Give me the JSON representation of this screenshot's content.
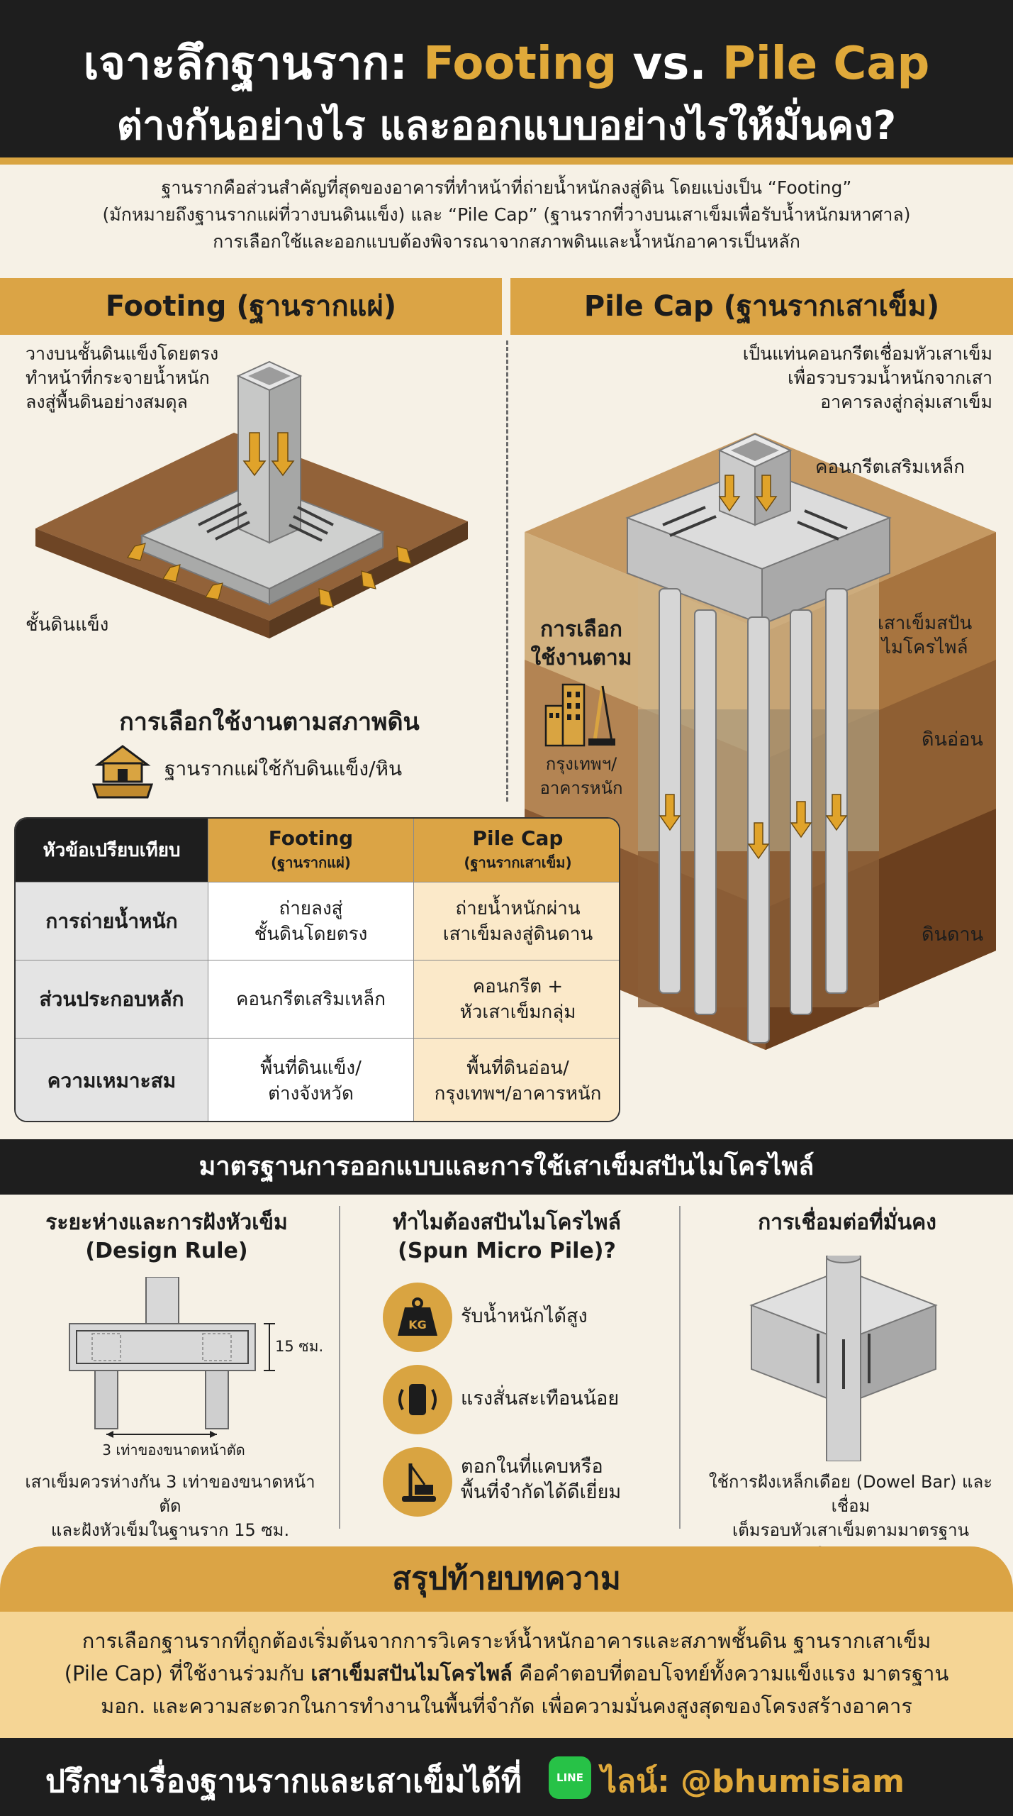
{
  "header": {
    "title_line1_prefix": "เจาะลึกฐานราก: ",
    "title_footing": "Footing",
    "title_vs": " vs. ",
    "title_pilecap": "Pile Cap",
    "title_line2": "ต่างกันอย่างไร และออกแบบอย่างไรให้มั่นคง?"
  },
  "intro": {
    "line1": "ฐานรากคือส่วนสำคัญที่สุดของอาคารที่ทำหน้าที่ถ่ายน้ำหนักลงสู่ดิน โดยแบ่งเป็น “Footing”",
    "line2": "(มักหมายถึงฐานรากแผ่ที่วางบนดินแข็ง) และ “Pile Cap” (ฐานรากที่วางบนเสาเข็มเพื่อรับน้ำหนักมหาศาล)",
    "line3": "การเลือกใช้และออกแบบต้องพิจารณาจากสภาพดินและน้ำหนักอาคารเป็นหลัก"
  },
  "footing": {
    "heading": "Footing (ฐานรากแผ่)",
    "desc1": "วางบนชั้นดินแข็งโดยตรง",
    "desc2": "ทำหน้าที่กระจายน้ำหนัก",
    "desc3": "ลงสู่พื้นดินอย่างสมดุล",
    "hard_soil_label": "ชั้นดินแข็ง",
    "choice_title": "การเลือกใช้งานตามสภาพดิน",
    "choice_text": "ฐานรากแผ่ใช้กับดินแข็ง/หิน"
  },
  "pilecap": {
    "heading": "Pile Cap (ฐานรากเสาเข็ม)",
    "desc1": "เป็นแท่นคอนกรีตเชื่อมหัวเสาเข็ม",
    "desc2": "เพื่อรวบรวมน้ำหนักจากเสา",
    "desc3": "อาคารลงสู่กลุ่มเสาเข็ม",
    "rc_label": "คอนกรีตเสริมเหล็ก",
    "spun_label1": "เสาเข็มสปัน",
    "spun_label2": "ไมโครไพล์",
    "soft_soil_label": "ดินอ่อน",
    "firm_soil_label": "ดินดาน",
    "choice_title1": "การเลือก",
    "choice_title2": "ใช้งานตาม",
    "choice_text1": "กรุงเทพฯ/",
    "choice_text2": "อาคารหนัก"
  },
  "table": {
    "head_topic": "หัวข้อเปรียบเทียบ",
    "head_footing": "Footing",
    "head_footing_sub": "(ฐานรากแผ่)",
    "head_pile": "Pile Cap",
    "head_pile_sub": "(ฐานรากเสาเข็ม)",
    "rows": [
      {
        "topic": "การถ่ายน้ำหนัก",
        "footing1": "ถ่ายลงสู่",
        "footing2": "ชั้นดินโดยตรง",
        "pile1": "ถ่ายน้ำหนักผ่าน",
        "pile2": "เสาเข็มลงสู่ดินดาน"
      },
      {
        "topic": "ส่วนประกอบหลัก",
        "footing1": "คอนกรีตเสริมเหล็ก",
        "footing2": "",
        "pile1": "คอนกรีต +",
        "pile2": "หัวเสาเข็มกลุ่ม"
      },
      {
        "topic": "ความเหมาะสม",
        "footing1": "พื้นที่ดินแข็ง/",
        "footing2": "ต่างจังหวัด",
        "pile1": "พื้นที่ดินอ่อน/",
        "pile2": "กรุงเทพฯ/อาคารหนัก"
      }
    ]
  },
  "standards": {
    "band_title": "มาตรฐานการออกแบบและการใช้เสาเข็มสปันไมโครไพล์",
    "col1_title1": "ระยะห่างและการฝังหัวเข็ม",
    "col1_title2": "(Design Rule)",
    "col1_dim": "15 ซม.",
    "col1_spacing": "3 เท่าของขนาดหน้าตัด",
    "col1_note1": "เสาเข็มควรห่างกัน 3 เท่าของขนาดหน้าตัด",
    "col1_note2": "และฝังหัวเข็มในฐานราก 15 ซม.",
    "col2_title1": "ทำไมต้องสปันไมโครไพล์",
    "col2_title2": "(Spun Micro Pile)?",
    "kg_text": "KG",
    "benefits": [
      {
        "icon": "weight-icon",
        "text1": "รับน้ำหนักได้สูง",
        "text2": ""
      },
      {
        "icon": "vibration-icon",
        "text1": "แรงสั่นสะเทือนน้อย",
        "text2": ""
      },
      {
        "icon": "pile-driver-icon",
        "text1": "ตอกในที่แคบหรือ",
        "text2": "พื้นที่จำกัดได้ดีเยี่ยม"
      }
    ],
    "col3_title": "การเชื่อมต่อที่มั่นคง",
    "col3_note1": "ใช้การฝังเหล็กเดือย (Dowel Bar) และเชื่อม",
    "col3_note2": "เต็มรอบหัวเสาเข็มตามมาตรฐานวิศวกรรม"
  },
  "summary": {
    "title": "สรุปท้ายบทความ",
    "line1": "การเลือกฐานรากที่ถูกต้องเริ่มต้นจากการวิเคราะห์น้ำหนักอาคารและสภาพชั้นดิน ฐานรากเสาเข็ม",
    "line2_a": "(Pile Cap) ที่ใช้งานร่วมกับ ",
    "line2_bold": "เสาเข็มสปันไมโครไพล์",
    "line2_b": " คือคำตอบที่ตอบโจทย์ทั้งความแข็งแรง มาตรฐาน",
    "line3": "มอก. และความสะดวกในการทำงานในพื้นที่จำกัด เพื่อความมั่นคงสูงสุดของโครงสร้างอาคาร"
  },
  "footer": {
    "text": "ปรึกษาเรื่องฐานรากและเสาเข็มได้ที่",
    "line_icon_text": "LINE",
    "handle": "ไลน์: @bhumisiam"
  },
  "colors": {
    "gold": "#dba445",
    "dark": "#1e1e1e",
    "cream": "#f6f1e6",
    "line_green": "#27c247"
  }
}
